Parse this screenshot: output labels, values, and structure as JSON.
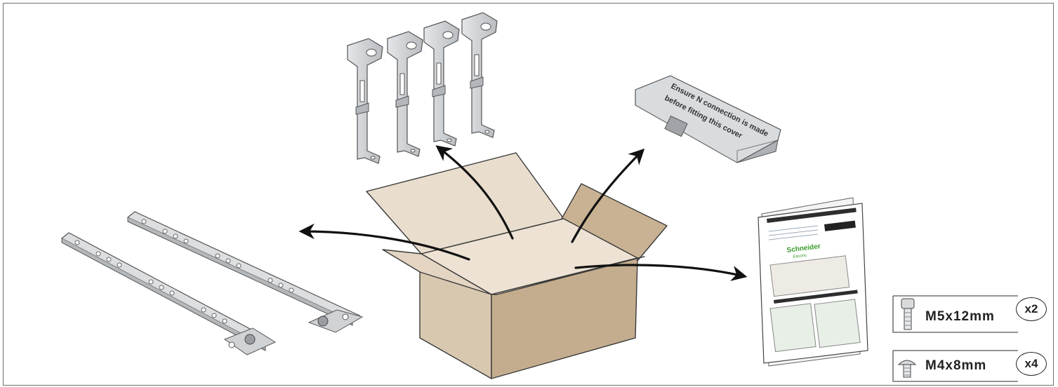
{
  "figure": {
    "cover_text_line1": "Ensure N connection is made",
    "cover_text_line2": "before fitting this cover",
    "manual_brand": "Schneider",
    "manual_brand_sub": "Electric"
  },
  "screws": [
    {
      "size": "M5x12mm",
      "qty": "x2",
      "icon": "cap-screw-icon"
    },
    {
      "size": "M4x8mm",
      "qty": "x4",
      "icon": "pan-head-screw-icon"
    }
  ],
  "colors": {
    "box_front": "#d9c8b0",
    "box_side": "#c4ad8e",
    "box_inner": "#ede2d3",
    "metal": "#cfd2d5",
    "arrow": "#111111"
  }
}
